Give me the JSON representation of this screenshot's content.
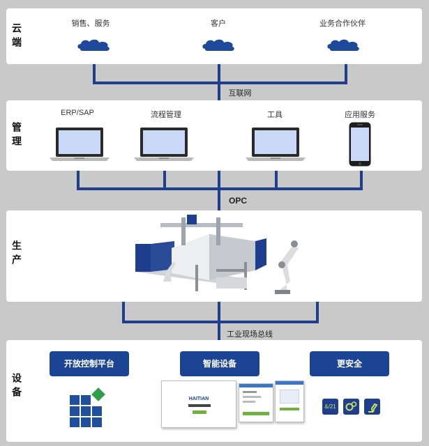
{
  "layers": {
    "cloud": {
      "label": "云端",
      "items": [
        "销售、服务",
        "客户",
        "业务合作伙伴"
      ]
    },
    "management": {
      "label": "管理",
      "items": [
        "ERP/SAP",
        "流程管理",
        "工具",
        "应用服务"
      ]
    },
    "production": {
      "label": "生产"
    },
    "equipment": {
      "label": "设备",
      "buttons": [
        "开放控制平台",
        "智能设备",
        "更安全"
      ]
    }
  },
  "buses": {
    "internet": "互联网",
    "opc": "OPC",
    "fieldbus": "工业现场总线"
  },
  "equipment_screen": {
    "brand": "HAITIAN"
  },
  "safety_icons": [
    "&/21",
    "gears-icon",
    "robot-arm-icon"
  ],
  "colors": {
    "accent": "#1c4494",
    "bus": "#1f3f8e",
    "background": "#c9c9c9",
    "panel": "#ffffff"
  }
}
